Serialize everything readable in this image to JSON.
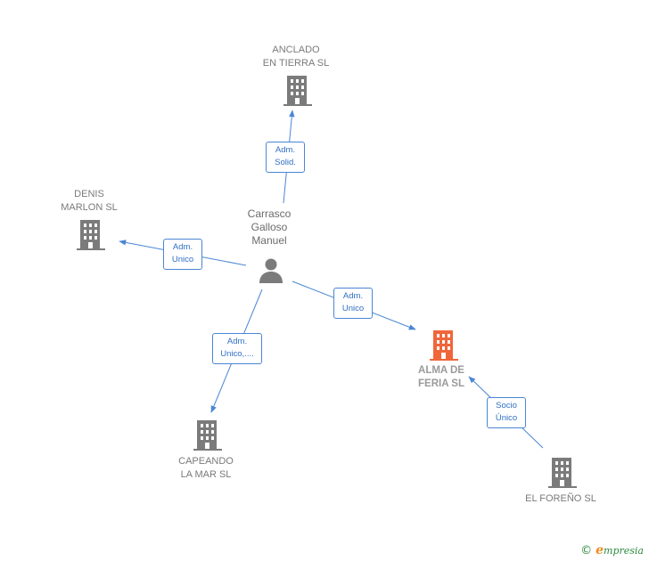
{
  "person": {
    "name_lines": [
      "Carrasco",
      "Galloso",
      "Manuel"
    ]
  },
  "companies": {
    "anclado": {
      "lines": [
        "ANCLADO",
        "EN TIERRA  SL"
      ]
    },
    "denis": {
      "lines": [
        "DENIS",
        "MARLON  SL"
      ]
    },
    "capeando": {
      "lines": [
        "CAPEANDO",
        "LA MAR  SL"
      ]
    },
    "alma": {
      "lines": [
        "ALMA DE",
        "FERIA  SL"
      ]
    },
    "foreno": {
      "lines": [
        "EL FOREÑO SL"
      ]
    }
  },
  "relations": {
    "anclado": [
      "Adm.",
      "Solid."
    ],
    "denis": [
      "Adm.",
      "Unico"
    ],
    "alma": [
      "Adm.",
      "Unico"
    ],
    "capeando": [
      "Adm.",
      "Unico,...."
    ],
    "foreno": [
      "Socio",
      "Único"
    ]
  },
  "colors": {
    "edge": "#4a86d4",
    "building": "#7b7b7b",
    "focus_building": "#f0663a",
    "person": "#7b7b7b"
  },
  "brand": {
    "copyright": "©",
    "initial": "e",
    "name": "mpresia"
  }
}
